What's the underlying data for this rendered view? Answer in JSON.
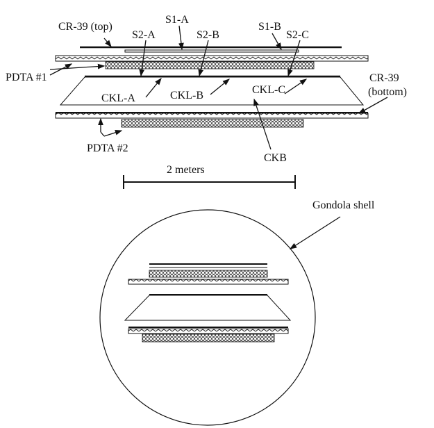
{
  "labels": {
    "cr39_top": "CR-39 (top)",
    "s1a": "S1-A",
    "s1b": "S1-B",
    "s2a": "S2-A",
    "s2b": "S2-B",
    "s2c": "S2-C",
    "pdta1": "PDTA #1",
    "ckla": "CKL-A",
    "cklb": "CKL-B",
    "cklc": "CKL-C",
    "cr39_bottom_1": "CR-39",
    "cr39_bottom_2": "(bottom)",
    "pdta2": "PDTA #2",
    "ckb": "CKB",
    "scale": "2 meters",
    "gondola": "Gondola shell"
  }
}
